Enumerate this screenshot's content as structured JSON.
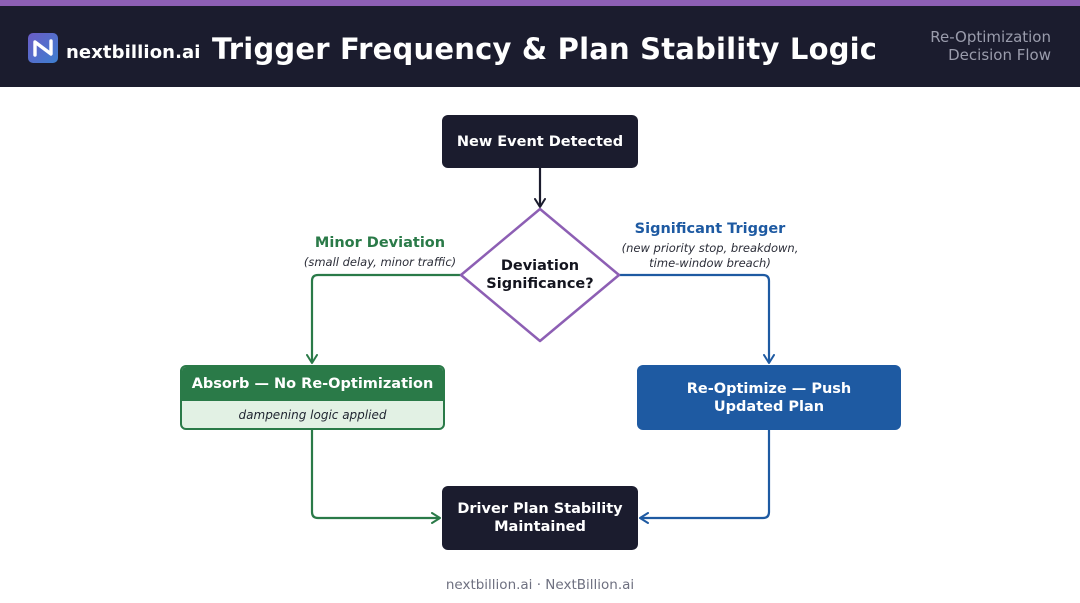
{
  "header": {
    "brand": "nextbillion.ai",
    "title": "Trigger Frequency & Plan Stability Logic",
    "subtitle_line1": "Re-Optimization",
    "subtitle_line2": "Decision Flow"
  },
  "colors": {
    "accent_stripe": "#8d5fb4",
    "header_bg": "#1b1c2e",
    "green": "#2a7a48",
    "blue": "#1e5aa2",
    "diamond_border": "#8d5fb4",
    "dark_node": "#1b1c2e"
  },
  "flow": {
    "start": "New Event Detected",
    "decision_line1": "Deviation",
    "decision_line2": "Significance?",
    "minor": {
      "title": "Minor Deviation",
      "note": "(small delay, minor traffic)"
    },
    "significant": {
      "title": "Significant Trigger",
      "note_line1": "(new priority stop, breakdown,",
      "note_line2": "time-window breach)"
    },
    "absorb": {
      "title": "Absorb — No Re-Optimization",
      "note": "dampening logic applied"
    },
    "reoptimize_line1": "Re-Optimize — Push",
    "reoptimize_line2": "Updated Plan",
    "end_line1": "Driver Plan Stability",
    "end_line2": "Maintained"
  },
  "footer": {
    "text": "nextbillion.ai · NextBillion.ai"
  }
}
